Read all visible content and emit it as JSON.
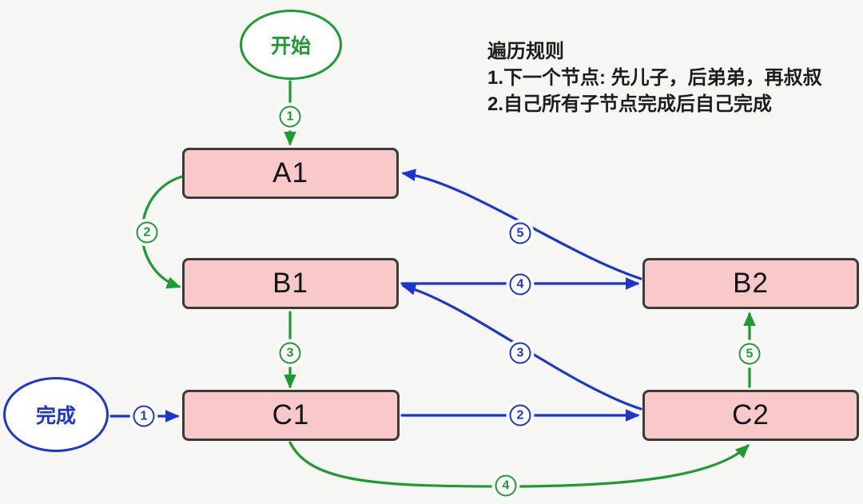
{
  "colors": {
    "green": "#1d9b31",
    "blue": "#1c35cf",
    "pink": "#f9c9ca",
    "border": "#3a3a3a",
    "ink": "#1d1d1d",
    "bg": "#f6f6f5"
  },
  "nodes": {
    "start": {
      "label": "开始"
    },
    "done": {
      "label": "完成"
    },
    "a1": {
      "label": "A1"
    },
    "b1": {
      "label": "B1"
    },
    "b2": {
      "label": "B2"
    },
    "c1": {
      "label": "C1"
    },
    "c2": {
      "label": "C2"
    }
  },
  "rules": {
    "title": "遍历规则",
    "line1": "1.下一个节点: 先儿子，后弟弟，再叔叔",
    "line2": "2.自己所有子节点完成后自己完成"
  },
  "edges": {
    "traversal": [
      {
        "seq": "1",
        "from": "开始",
        "to": "A1"
      },
      {
        "seq": "2",
        "from": "A1",
        "to": "B1"
      },
      {
        "seq": "3",
        "from": "B1",
        "to": "C1"
      },
      {
        "seq": "4",
        "from": "C1",
        "to": "C2"
      },
      {
        "seq": "5",
        "from": "C2",
        "to": "B2"
      }
    ],
    "completion": [
      {
        "seq": "1",
        "from": "完成",
        "to": "C1"
      },
      {
        "seq": "2",
        "from": "C1",
        "to": "C2"
      },
      {
        "seq": "3",
        "from": "C2",
        "to": "B1"
      },
      {
        "seq": "4",
        "from": "B1",
        "to": "B2"
      },
      {
        "seq": "5",
        "from": "B2",
        "to": "A1"
      }
    ]
  }
}
